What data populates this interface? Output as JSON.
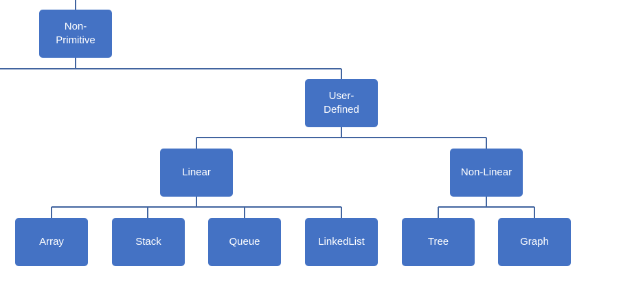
{
  "colors": {
    "node_fill": "#4472c4",
    "node_text": "#ffffff",
    "connector": "#41649f"
  },
  "nodes": {
    "non_primitive": "Non-Primitive",
    "user_defined": "User-Defined",
    "linear": "Linear",
    "non_linear": "Non-Linear",
    "array": "Array",
    "stack": "Stack",
    "queue": "Queue",
    "linkedlist": "LinkedList",
    "tree": "Tree",
    "graph": "Graph"
  }
}
